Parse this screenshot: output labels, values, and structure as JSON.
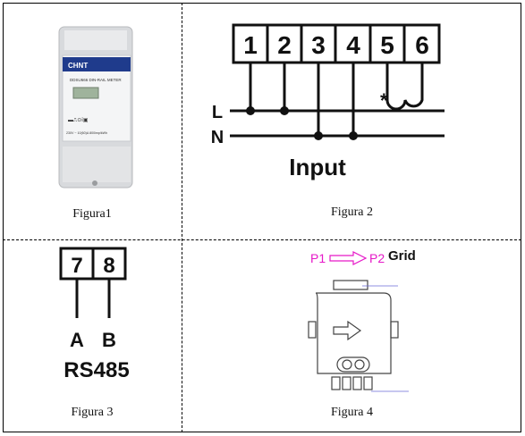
{
  "figures": [
    {
      "caption": "Figura1"
    },
    {
      "caption": "Figura 2"
    },
    {
      "caption": "Figura 3"
    },
    {
      "caption": "Figura 4"
    }
  ],
  "meter": {
    "brand": "CHNT",
    "model": "DDSU666 DIN-RAIL METER",
    "rating": "230V ~ 10(60)A 800imp/kWh"
  },
  "wiring": {
    "terminals": [
      "1",
      "2",
      "3",
      "4",
      "5",
      "6"
    ],
    "line_label": "L",
    "neutral_label": "N",
    "asterisk": "*",
    "title": "Input"
  },
  "rs485": {
    "terminals": [
      "7",
      "8"
    ],
    "a_label": "A",
    "b_label": "B",
    "title": "RS485"
  },
  "ct": {
    "p1": "P1",
    "p2": "P2",
    "grid": "Grid"
  },
  "colors": {
    "ct_label": "#e619c8",
    "guide": "#6a6ad8"
  }
}
